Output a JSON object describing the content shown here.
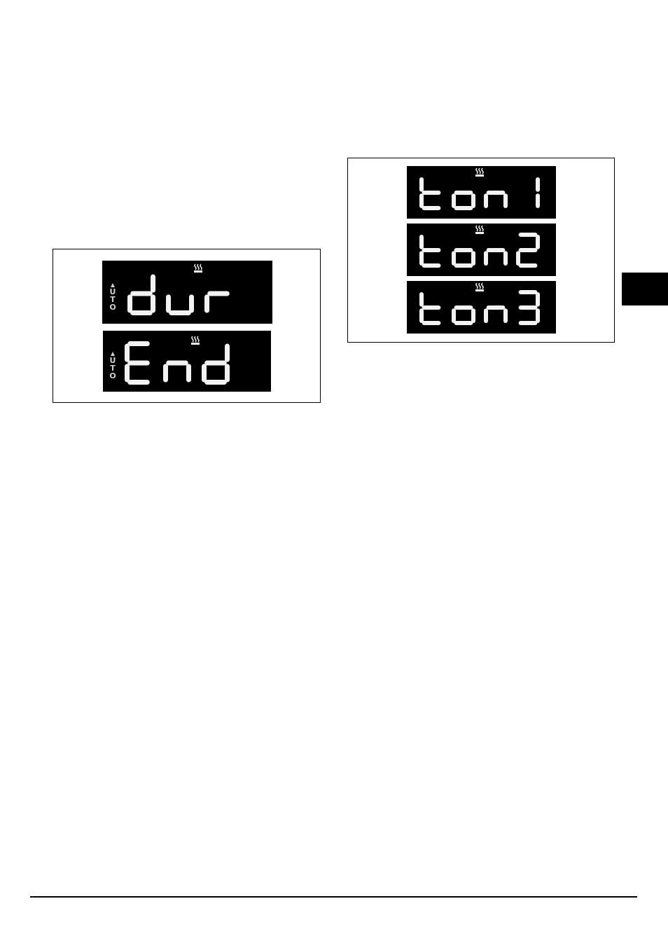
{
  "colors": {
    "lcd_bg": "#000000",
    "segment_on": "#f2f2f2",
    "ink": "#000000"
  },
  "figure_left": {
    "displays": [
      {
        "text": "dur",
        "indicator_letters": [
          "U",
          "T",
          "O"
        ],
        "icon": "steam-icon"
      },
      {
        "text": "End",
        "indicator_letters": [
          "U",
          "T",
          "O"
        ],
        "icon": "steam-icon"
      }
    ]
  },
  "figure_right": {
    "displays": [
      {
        "text": "ton1",
        "icon": "steam-icon"
      },
      {
        "text": "ton2",
        "icon": "steam-icon"
      },
      {
        "text": "ton3",
        "icon": "steam-icon"
      }
    ]
  }
}
